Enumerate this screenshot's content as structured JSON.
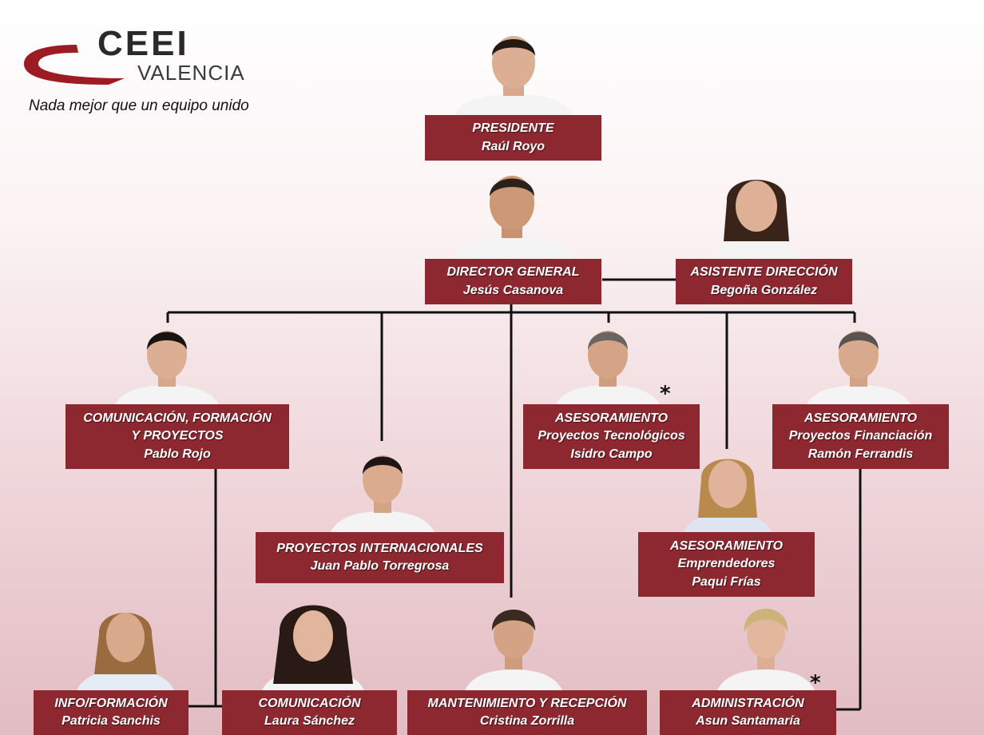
{
  "brand": {
    "logo_ceei": "CEEI",
    "logo_valencia": "VALENCIA",
    "tagline": "Nada mejor que un equipo unido"
  },
  "colors": {
    "box": "#8e2830",
    "line": "#111111",
    "shirt": "#ffffff"
  },
  "marker": "*",
  "staff": {
    "presidente": {
      "role": "PRESIDENTE",
      "name": "Raúl Royo"
    },
    "director": {
      "role": "DIRECTOR GENERAL",
      "name": "Jesús Casanova"
    },
    "asistente": {
      "role": "ASISTENTE DIRECCIÓN",
      "name": "Begoña González"
    },
    "comunicacion_formacion": {
      "role_line1": "COMUNICACIÓN, FORMACIÓN",
      "role_line2": "Y PROYECTOS",
      "name": "Pablo Rojo"
    },
    "tecnologicos": {
      "role": "ASESORAMIENTO",
      "area": "Proyectos Tecnológicos",
      "name": "Isidro Campo"
    },
    "financiacion": {
      "role": "ASESORAMIENTO",
      "area": "Proyectos Financiación",
      "name": "Ramón Ferrandis"
    },
    "internacionales": {
      "role": "PROYECTOS INTERNACIONALES",
      "name": "Juan Pablo Torregrosa"
    },
    "emprendedores": {
      "role": "ASESORAMIENTO",
      "area": "Emprendedores",
      "name": "Paqui Frías"
    },
    "info_formacion": {
      "role": "INFO/FORMACIÓN",
      "name": "Patricia Sanchis"
    },
    "comunicacion": {
      "role": "COMUNICACIÓN",
      "name": "Laura Sánchez"
    },
    "mantenimiento": {
      "role": "MANTENIMIENTO Y RECEPCIÓN",
      "name": "Cristina Zorrilla"
    },
    "administracion": {
      "role": "ADMINISTRACIÓN",
      "name": "Asun Santamaría"
    }
  }
}
